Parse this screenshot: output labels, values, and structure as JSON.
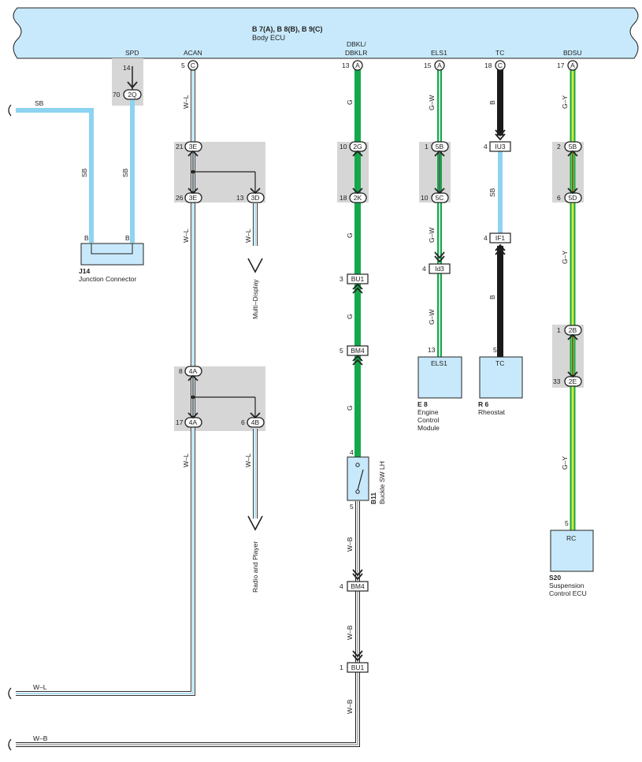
{
  "ecu": {
    "title": "B 7(A), B 8(B), B 9(C)",
    "subtitle": "Body ECU",
    "terminals": {
      "spd": {
        "name": "SPD",
        "pin": "14"
      },
      "acan": {
        "name": "ACAN",
        "pin": "5",
        "conn": "C"
      },
      "dbkl": {
        "name1": "DBKL/",
        "name2": "DBKLR",
        "pin": "13",
        "conn": "A"
      },
      "els1": {
        "name": "ELS1",
        "pin": "15",
        "conn": "A"
      },
      "tc": {
        "name": "TC",
        "pin": "18",
        "conn": "C"
      },
      "bdsu": {
        "name": "BDSU",
        "pin": "17",
        "conn": "A"
      }
    }
  },
  "wires": {
    "sb": "SB",
    "wl": "W–L",
    "g": "G",
    "gw": "G–W",
    "b": "B",
    "gy": "G–Y",
    "wb": "W–B"
  },
  "j14": {
    "id": "J14",
    "name": "Junction Connector",
    "pin_b": "B"
  },
  "junctions": {
    "2q": {
      "pin": "70",
      "label": "2Q"
    },
    "3e_top": {
      "pin": "21",
      "label": "3E"
    },
    "3e_bot": {
      "pin": "26",
      "label": "3E"
    },
    "3d": {
      "pin": "13",
      "label": "3D"
    },
    "4a_top": {
      "pin": "8",
      "label": "4A"
    },
    "4a_bot": {
      "pin": "17",
      "label": "4A"
    },
    "4b": {
      "pin": "6",
      "label": "4B"
    },
    "2g": {
      "pin": "10",
      "label": "2G"
    },
    "2k": {
      "pin": "18",
      "label": "2K"
    },
    "5b": {
      "pin": "1",
      "label": "5B"
    },
    "5c": {
      "pin": "10",
      "label": "5C"
    },
    "5b2": {
      "pin": "2",
      "label": "5B"
    },
    "5d": {
      "pin": "6",
      "label": "5D"
    },
    "2b": {
      "pin": "1",
      "label": "2B"
    },
    "2e": {
      "pin": "33",
      "label": "2E"
    }
  },
  "connectors": {
    "bu1_a": {
      "pin": "3",
      "label": "BU1"
    },
    "bm4_a": {
      "pin": "5",
      "label": "BM4"
    },
    "id3": {
      "pin": "4",
      "label": "Id3"
    },
    "iu3": {
      "pin": "4",
      "label": "IU3"
    },
    "if1": {
      "pin": "4",
      "label": "IF1"
    },
    "bm4_b": {
      "pin": "4",
      "label": "BM4"
    },
    "bu1_b": {
      "pin": "1",
      "label": "BU1"
    }
  },
  "destinations": {
    "multi_display": "Multi–Display",
    "radio": "Radio and Player"
  },
  "components": {
    "e8": {
      "id": "E 8",
      "line1": "Engine",
      "line2": "Control",
      "line3": "Module",
      "terminal": "ELS1",
      "pin": "13"
    },
    "r6": {
      "id": "R 6",
      "name": "Rheostat",
      "terminal": "TC",
      "pin": "5"
    },
    "b11": {
      "id": "B11",
      "name": "Buckle SW LH",
      "pin_top": "4",
      "pin_bot": "5"
    },
    "s20": {
      "id": "S20",
      "line1": "Suspension",
      "line2": "Control ECU",
      "terminal": "RC",
      "pin": "5"
    }
  },
  "colors": {
    "ecu_fill": "#c8e9fb",
    "sb": "#8dd3f2",
    "green": "#14a84b",
    "gy_yellow": "#d7e83a",
    "gray_box": "#d6d6d6",
    "black": "#1a1a1a"
  }
}
